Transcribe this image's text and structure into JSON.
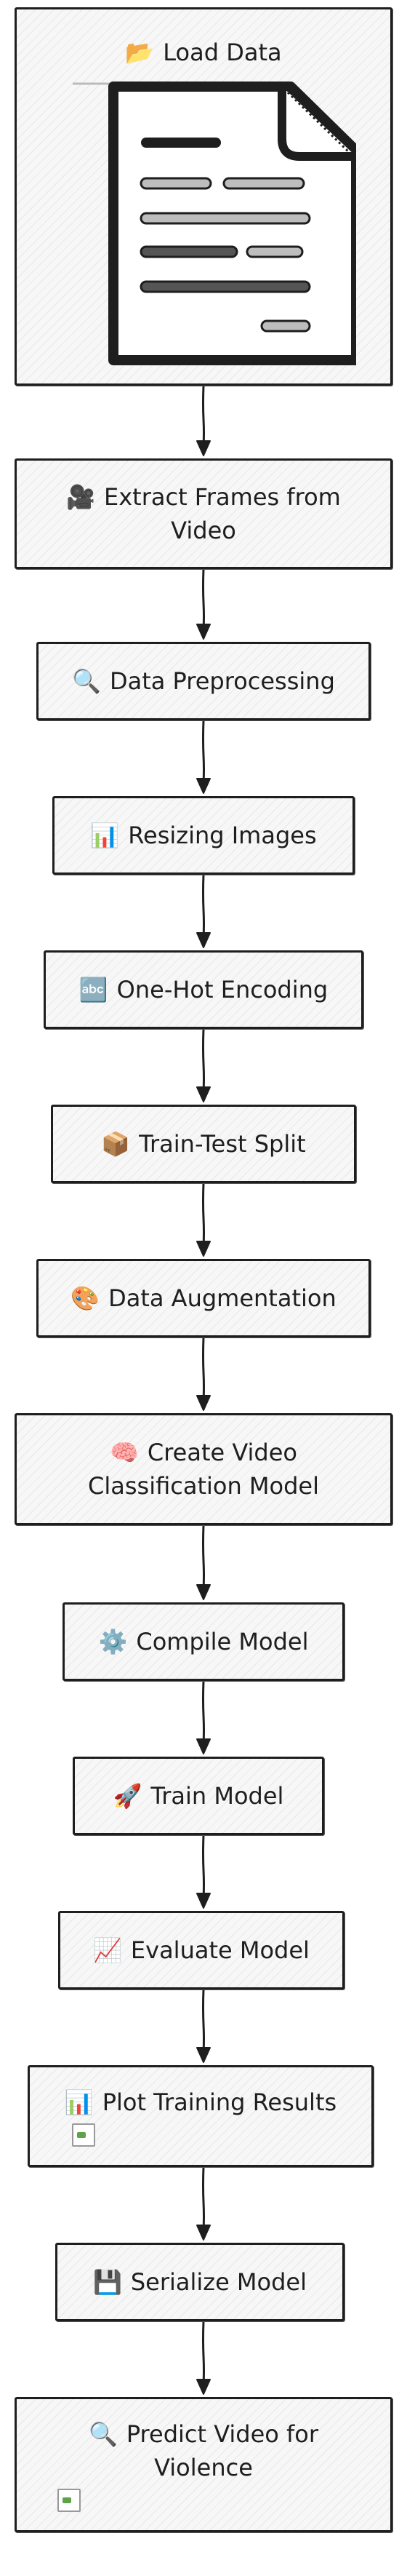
{
  "nodes": [
    {
      "id": "load",
      "icon": "📂",
      "label": "Load Data",
      "image": "document-illustration"
    },
    {
      "id": "extract",
      "icon": "🎥",
      "label": "Extract Frames from Video"
    },
    {
      "id": "preprocess",
      "icon": "🔍",
      "label": "Data Preprocessing"
    },
    {
      "id": "resize",
      "icon": "📊",
      "label": "Resizing Images"
    },
    {
      "id": "onehot",
      "icon": "🔤",
      "label": "One-Hot Encoding"
    },
    {
      "id": "split",
      "icon": "📦",
      "label": "Train-Test Split"
    },
    {
      "id": "augment",
      "icon": "🎨",
      "label": "Data Augmentation"
    },
    {
      "id": "create",
      "icon": "🧠",
      "label": "Create Video Classification Model"
    },
    {
      "id": "compile",
      "icon": "⚙️",
      "label": "Compile Model"
    },
    {
      "id": "train",
      "icon": "🚀",
      "label": "Train Model"
    },
    {
      "id": "evaluate",
      "icon": "📈",
      "label": "Evaluate Model"
    },
    {
      "id": "plot",
      "icon": "📊",
      "label": "Plot Training Results",
      "image": "broken-image-icon"
    },
    {
      "id": "serialize",
      "icon": "💾",
      "label": "Serialize Model"
    },
    {
      "id": "predict",
      "icon": "🔍",
      "label": "Predict Video for Violence",
      "image": "broken-image-icon"
    }
  ],
  "edges": [
    [
      "load",
      "extract"
    ],
    [
      "extract",
      "preprocess"
    ],
    [
      "preprocess",
      "resize"
    ],
    [
      "resize",
      "onehot"
    ],
    [
      "onehot",
      "split"
    ],
    [
      "split",
      "augment"
    ],
    [
      "augment",
      "create"
    ],
    [
      "create",
      "compile"
    ],
    [
      "compile",
      "train"
    ],
    [
      "train",
      "evaluate"
    ],
    [
      "evaluate",
      "plot"
    ],
    [
      "plot",
      "serialize"
    ],
    [
      "serialize",
      "predict"
    ]
  ],
  "colors": {
    "stroke": "#1e1e1e",
    "fill": "#f7f7f7"
  }
}
